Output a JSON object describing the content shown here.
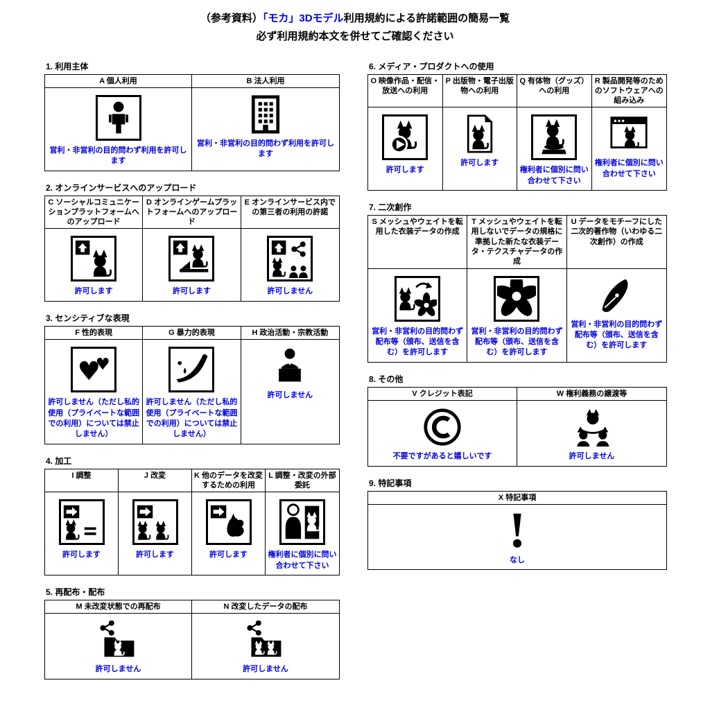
{
  "title": {
    "prefix": "（参考資料）",
    "highlight": "「モカ」3Dモデル",
    "suffix": "利用規約による許諾範囲の簡易一覧",
    "subtitle": "必ず利用規約本文を併せてご確認ください"
  },
  "colors": {
    "accent": "#0000dd",
    "text": "#000000",
    "background": "#ffffff"
  },
  "columns": {
    "left": [
      {
        "heading": "1.  利用主体",
        "items": [
          {
            "label": "A 個人利用",
            "icon": "person-icon",
            "status": "営利・非営利の目的問わず利用を許可します"
          },
          {
            "label": "B 法人利用",
            "icon": "building-icon",
            "status": "営利・非営利の目的問わず利用を許可します"
          }
        ]
      },
      {
        "heading": "2.  オンラインサービスへのアップロード",
        "items": [
          {
            "label": "C ソーシャルコミュニケーションプラットフォームへのアップロード",
            "icon": "upload-cat-icon",
            "status": "許可します"
          },
          {
            "label": "D オンラインゲームプラットフォームへのアップロード",
            "icon": "upload-cat-desk-icon",
            "status": "許可します"
          },
          {
            "label": "E オンラインサービス内での第三者の利用の許諾",
            "icon": "upload-share-people-icon",
            "status": "許可しません"
          }
        ]
      },
      {
        "heading": "3.  センシティブな表現",
        "items": [
          {
            "label": "F 性的表現",
            "icon": "hearts-icon",
            "status": "許可しません（ただし私的使用（プライベートな範囲での利用）については禁止しません）"
          },
          {
            "label": "G 暴力的表現",
            "icon": "knife-icon",
            "status": "許可しません（ただし私的使用（プライベートな範囲での利用）については禁止しません）"
          },
          {
            "label": "H 政治活動・宗教活動",
            "icon": "podium-speaker-icon",
            "status": "許可しません"
          }
        ]
      },
      {
        "heading": "4.  加工",
        "items": [
          {
            "label": "I 調整",
            "icon": "adjust-arrow-cat-icon",
            "status": "許可します"
          },
          {
            "label": "J 改変",
            "icon": "modify-arrow-cats-icon",
            "status": "許可します"
          },
          {
            "label": "K 他のデータを改変するための利用",
            "icon": "modify-other-data-icon",
            "status": "許可します"
          },
          {
            "label": "L 調整・改変の外部委託",
            "icon": "outsource-person-cat-icon",
            "status": "権利者に個別に問い合わせて下さい"
          }
        ]
      },
      {
        "heading": "5.  再配布・配布",
        "items": [
          {
            "label": "M 未改変状態での再配布",
            "icon": "share-folder-cat-icon",
            "status": "許可しません"
          },
          {
            "label": "N 改変したデータの配布",
            "icon": "share-folder-cats-icon",
            "status": "許可しません"
          }
        ]
      }
    ],
    "right": [
      {
        "heading": "6.  メディア・プロダクトへの使用",
        "items": [
          {
            "label": "O 映像作品・配信・放送への利用",
            "icon": "cat-play-video-icon",
            "status": "許可します"
          },
          {
            "label": "P 出版物・電子出版物への利用",
            "icon": "page-cat-icon",
            "status": "許可します"
          },
          {
            "label": "Q 有体物（グッズ）への利用",
            "icon": "cat-pedestal-icon",
            "status": "権利者に個別に問い合わせて下さい"
          },
          {
            "label": "R 製品開発等のためのソフトウェアへの組み込み",
            "icon": "window-cat-icon",
            "status": "権利者に個別に問い合わせて下さい"
          }
        ]
      },
      {
        "heading": "7.  二次創作",
        "items": [
          {
            "label": "S メッシュやウェイトを転用した衣装データの作成",
            "icon": "cat-flower-derivative-icon",
            "status": "営利・非営利の目的問わず配布等（頒布、送信を含む）を許可します"
          },
          {
            "label": "T メッシュやウェイトを転用しないでデータの規格に準拠した新たな衣装データ・テクスチャデータの作成",
            "icon": "flower-costume-icon",
            "status": "営利・非営利の目的問わず配布等（頒布、送信を含む）を許可します"
          },
          {
            "label": "U データをモチーフにした二次的著作物（いわゆる二次創作）の作成",
            "icon": "pen-icon",
            "status": "営利・非営利の目的問わず配布等（頒布、送信を含む）を許可します"
          }
        ]
      },
      {
        "heading": "8.  その他",
        "items": [
          {
            "label": "V クレジット表記",
            "icon": "copyright-icon",
            "status": "不要ですがあると嬉しいです"
          },
          {
            "label": "W 権利義務の譲渡等",
            "icon": "cat-people-transfer-icon",
            "status": "許可しません"
          }
        ]
      },
      {
        "heading": "9.  特記事項",
        "items": [
          {
            "label": "X 特記事項",
            "icon": "exclamation-icon",
            "status": "なし"
          }
        ]
      }
    ]
  }
}
